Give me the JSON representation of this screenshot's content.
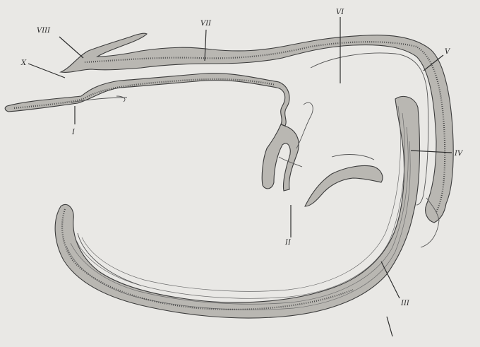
{
  "labels": {
    "i": "I",
    "ii": "II",
    "iii": "III",
    "iv": "IV",
    "v": "V",
    "vi": "VI",
    "vii": "VII",
    "viii": "VIII",
    "x": "X"
  },
  "colors": {
    "background": "#e9e8e5",
    "tissue_fill": "#b9b7b2",
    "outline": "#3a3a3a"
  }
}
